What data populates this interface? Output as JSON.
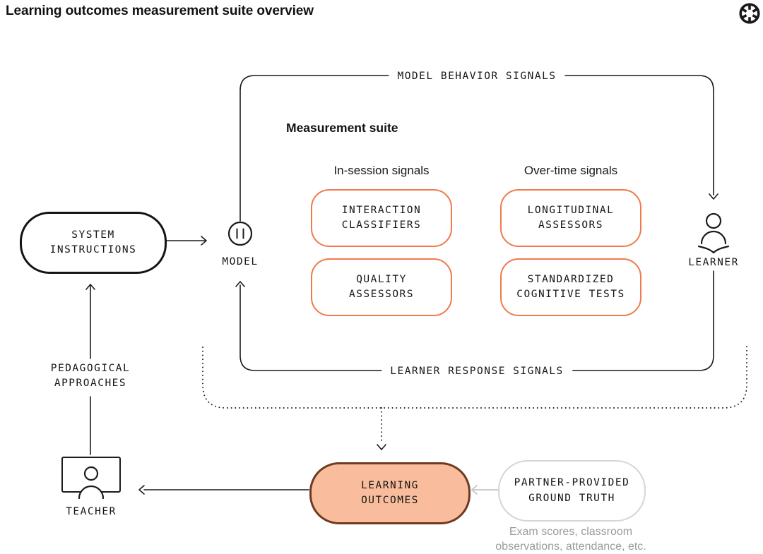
{
  "header": {
    "title": "Learning outcomes measurement suite overview",
    "logo_icon": "openai-logo"
  },
  "loops": {
    "top_label": "MODEL BEHAVIOR SIGNALS",
    "bottom_label": "LEARNER RESPONSE SIGNALS"
  },
  "measurement_suite": {
    "title": "Measurement suite",
    "columns": [
      {
        "header": "In-session signals",
        "boxes": [
          "INTERACTION CLASSIFIERS",
          "QUALITY ASSESSORS"
        ]
      },
      {
        "header": "Over-time signals",
        "boxes": [
          "LONGITUDINAL ASSESSORS",
          "STANDARDIZED COGNITIVE TESTS"
        ]
      }
    ]
  },
  "nodes": {
    "system_instructions": "SYSTEM INSTRUCTIONS",
    "model": "MODEL",
    "learner": "LEARNER",
    "pedagogical_approaches": "PEDAGOGICAL APPROACHES",
    "teacher": "TEACHER",
    "learning_outcomes": "LEARNING OUTCOMES",
    "partner_ground_truth": "PARTNER-PROVIDED GROUND TRUTH",
    "partner_caption": "Exam scores, classroom observations, attendance, etc."
  },
  "icons": {
    "logo": "openai-logo",
    "model": "pause-circle-icon",
    "learner": "person-reading-icon",
    "teacher": "person-at-board-icon"
  },
  "colors": {
    "ink": "#1B1B1B",
    "accent_orange": "#F2794B",
    "peach_fill": "#F9BD9D",
    "brown_border": "#6F3A20",
    "gray_border": "#D5D5D5",
    "gray_text": "#9B9B9B",
    "gray_arrow": "#C4C4C4"
  }
}
